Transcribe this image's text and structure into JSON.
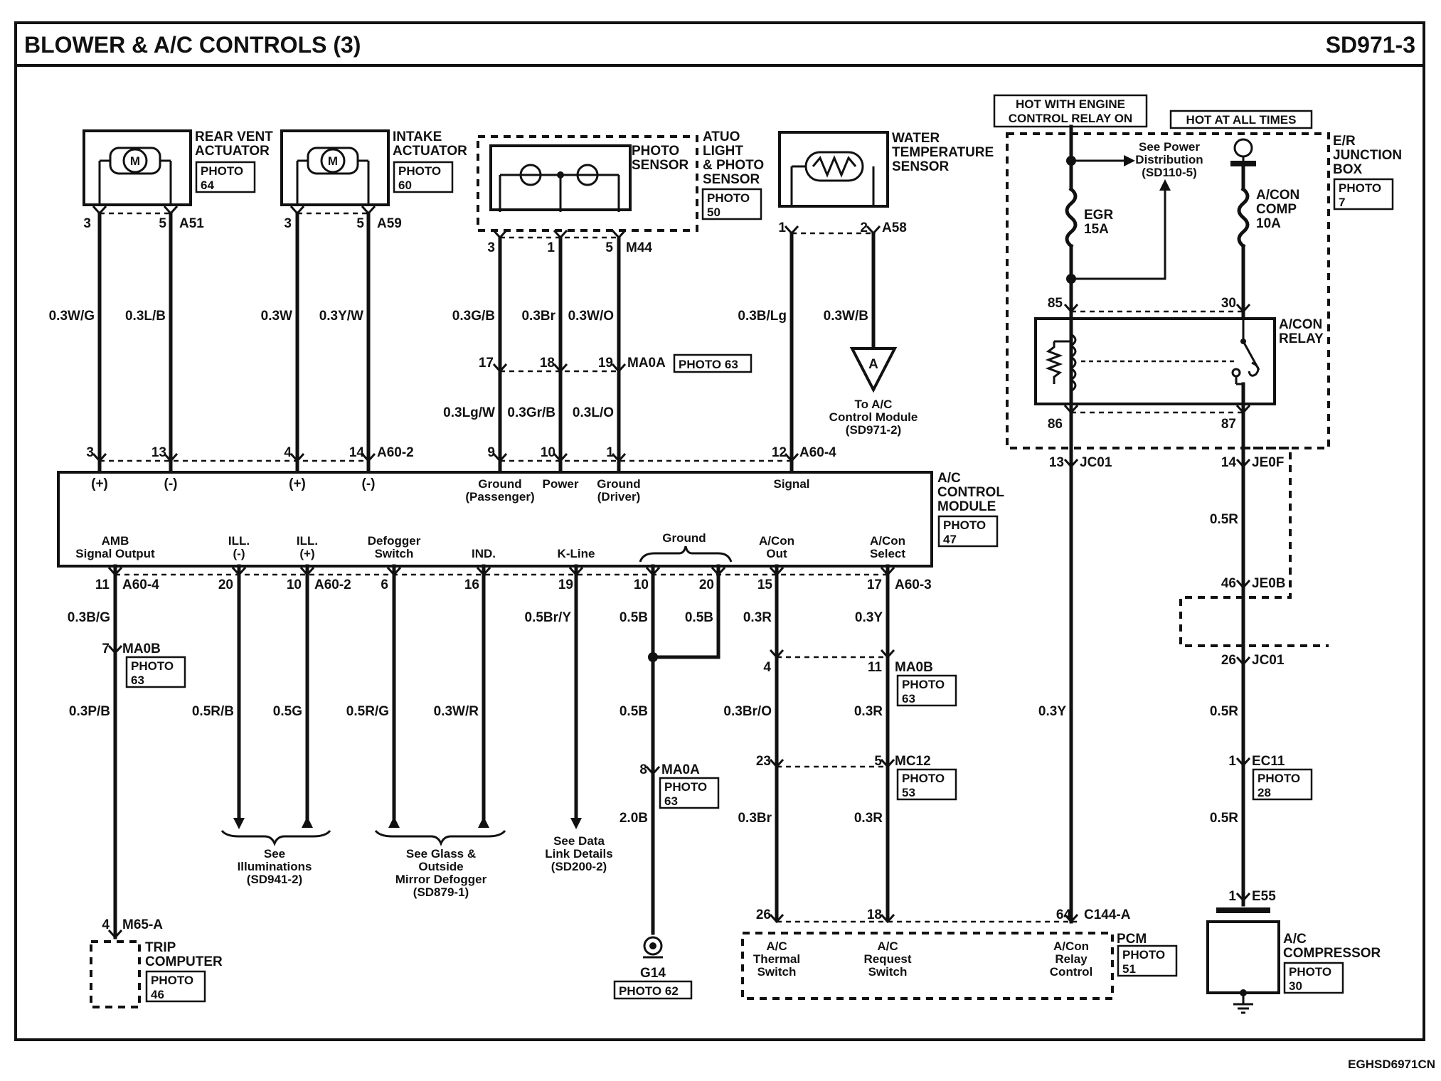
{
  "header": {
    "title": "BLOWER & A/C CONTROLS (3)",
    "code": "SD971-3"
  },
  "footer": {
    "ref": "EGHSD6971CN"
  },
  "components": {
    "rear_vent": {
      "name1": "REAR VENT",
      "name2": "ACTUATOR",
      "photo1": "PHOTO",
      "photo2": "64",
      "connector": "A51",
      "pins": [
        "3",
        "5"
      ],
      "wires": [
        "0.3W/G",
        "0.3L/B"
      ]
    },
    "intake": {
      "name1": "INTAKE",
      "name2": "ACTUATOR",
      "photo1": "PHOTO",
      "photo2": "60",
      "connector": "A59",
      "pins": [
        "3",
        "5"
      ],
      "wires": [
        "0.3W",
        "0.3Y/W"
      ]
    },
    "photo_sensor": {
      "label1": "PHOTO",
      "label2": "SENSOR",
      "name1": "ATUO",
      "name2": "LIGHT",
      "name3": "& PHOTO",
      "name4": "SENSOR",
      "photo1": "PHOTO",
      "photo2": "50",
      "connector": "M44",
      "pins": [
        "3",
        "1",
        "5"
      ],
      "wires": [
        "0.3G/B",
        "0.3Br",
        "0.3W/O"
      ]
    },
    "water_temp": {
      "name1": "WATER",
      "name2": "TEMPERATURE",
      "name3": "SENSOR",
      "connector": "A58",
      "pins": [
        "1",
        "2"
      ],
      "wires": [
        "0.3B/Lg",
        "0.3W/B"
      ]
    },
    "to_module": {
      "letter": "A",
      "line1": "To A/C",
      "line2": "Control Module",
      "line3": "(SD971-2)"
    },
    "ma0a_top": {
      "connector": "MA0A",
      "photo": "PHOTO 63",
      "pins": [
        "17",
        "18",
        "19"
      ],
      "wires": [
        "0.3Lg/W",
        "0.3Gr/B",
        "0.3L/O"
      ]
    },
    "module_top_pins": {
      "a602_pins": [
        "3",
        "13",
        "4",
        "14"
      ],
      "a602": "A60-2",
      "a604_pins": [
        "9",
        "10",
        "1",
        "12"
      ],
      "a604": "A60-4"
    },
    "ac_module": {
      "name1": "A/C",
      "name2": "CONTROL",
      "name3": "MODULE",
      "photo1": "PHOTO",
      "photo2": "47",
      "top_labels": [
        "(+)",
        "(-)",
        "(+)",
        "(-)"
      ],
      "gp_labels": [
        [
          "Ground",
          "(Passenger)"
        ],
        [
          "Power",
          ""
        ],
        [
          "Ground",
          "(Driver)"
        ],
        [
          "Signal",
          ""
        ]
      ],
      "bottom_labels": [
        [
          "AMB",
          "Signal Output"
        ],
        [
          "ILL.",
          "(-)"
        ],
        [
          "ILL.",
          "(+)"
        ],
        [
          "Defogger",
          "Switch"
        ],
        [
          "IND.",
          ""
        ],
        [
          "K-Line",
          ""
        ],
        [
          "A/Con",
          "Out"
        ],
        [
          "A/Con",
          "Select"
        ]
      ],
      "ground_label": "Ground"
    },
    "module_bottom_pins": {
      "pins": [
        "11",
        "20",
        "10",
        "6",
        "16",
        "19",
        "10",
        "20",
        "15",
        "17"
      ],
      "a604": "A60-4",
      "a602": "A60-2",
      "a603": "A60-3"
    },
    "bottom_wires": {
      "amb": "0.3B/G",
      "ill_neg": "0.5R/B",
      "ill_pos": "0.5G",
      "defog": "0.5R/G",
      "ind": "0.3W/R",
      "kline": "0.5Br/Y",
      "gnd1": "0.5B",
      "gnd2": "0.5B",
      "acout": "0.3R",
      "acsel": "0.3Y"
    },
    "ma0b_left": {
      "pin": "7",
      "connector": "MA0B",
      "photo1": "PHOTO",
      "photo2": "63",
      "wire": "0.3P/B"
    },
    "trip": {
      "pin": "4",
      "connector": "M65-A",
      "name1": "TRIP",
      "name2": "COMPUTER",
      "photo1": "PHOTO",
      "photo2": "46"
    },
    "see_ill": {
      "line1": "See",
      "line2": "Illuminations",
      "line3": "(SD941-2)"
    },
    "see_glass": {
      "line1": "See Glass &",
      "line2": "Outside",
      "line3": "Mirror Defogger",
      "line4": "(SD879-1)"
    },
    "see_data": {
      "line1": "See Data",
      "line2": "Link Details",
      "line3": "(SD200-2)"
    },
    "ground_path": {
      "wire1": "0.5B",
      "pin": "8",
      "connector": "MA0A",
      "photo1": "PHOTO",
      "photo2": "63",
      "wire2": "2.0B",
      "ground": "G14",
      "gphoto": "PHOTO 62"
    },
    "ma0b_right": {
      "pins": [
        "4",
        "11"
      ],
      "connector": "MA0B",
      "photo1": "PHOTO",
      "photo2": "63",
      "wires": [
        "0.3Br/O",
        "0.3R"
      ]
    },
    "mc12": {
      "pins": [
        "23",
        "5"
      ],
      "connector": "MC12",
      "photo1": "PHOTO",
      "photo2": "53",
      "wires": [
        "0.3Br",
        "0.3R"
      ]
    },
    "pcm": {
      "pins": [
        "26",
        "18",
        "64"
      ],
      "connector": "C144-A",
      "name": "PCM",
      "photo1": "PHOTO",
      "photo2": "51",
      "labels": [
        [
          "A/C",
          "Thermal",
          "Switch"
        ],
        [
          "A/C",
          "Request",
          "Switch"
        ],
        [
          "A/Con",
          "Relay",
          "Control"
        ]
      ]
    },
    "junction": {
      "hot_engine1": "HOT WITH ENGINE",
      "hot_engine2": "CONTROL RELAY ON",
      "hot_all": "HOT AT ALL TIMES",
      "name1": "E/R",
      "name2": "JUNCTION",
      "name3": "BOX",
      "photo1": "PHOTO",
      "photo2": "7",
      "see_power1": "See Power",
      "see_power2": "Distribution",
      "see_power3": "(SD110-5)",
      "egr1": "EGR",
      "egr2": "15A",
      "comp1": "A/CON",
      "comp2": "COMP",
      "comp3": "10A",
      "relay1": "A/CON",
      "relay2": "RELAY",
      "relay_pins": [
        "85",
        "30",
        "86",
        "87"
      ]
    },
    "right_lines": {
      "jc01_top": {
        "pin": "13",
        "connector": "JC01"
      },
      "je0f": {
        "pin": "14",
        "connector": "JE0F"
      },
      "wire_y": "0.3Y",
      "wire_r1": "0.5R",
      "je0b": {
        "pin": "46",
        "connector": "JE0B"
      },
      "jc01_mid": {
        "pin": "26",
        "connector": "JC01"
      },
      "wire_r2": "0.5R",
      "ec11": {
        "pin": "1",
        "connector": "EC11",
        "photo1": "PHOTO",
        "photo2": "28"
      },
      "wire_r3": "0.5R",
      "e55": {
        "pin": "1",
        "connector": "E55"
      },
      "compressor": {
        "name1": "A/C",
        "name2": "COMPRESSOR",
        "photo1": "PHOTO",
        "photo2": "30"
      }
    }
  }
}
